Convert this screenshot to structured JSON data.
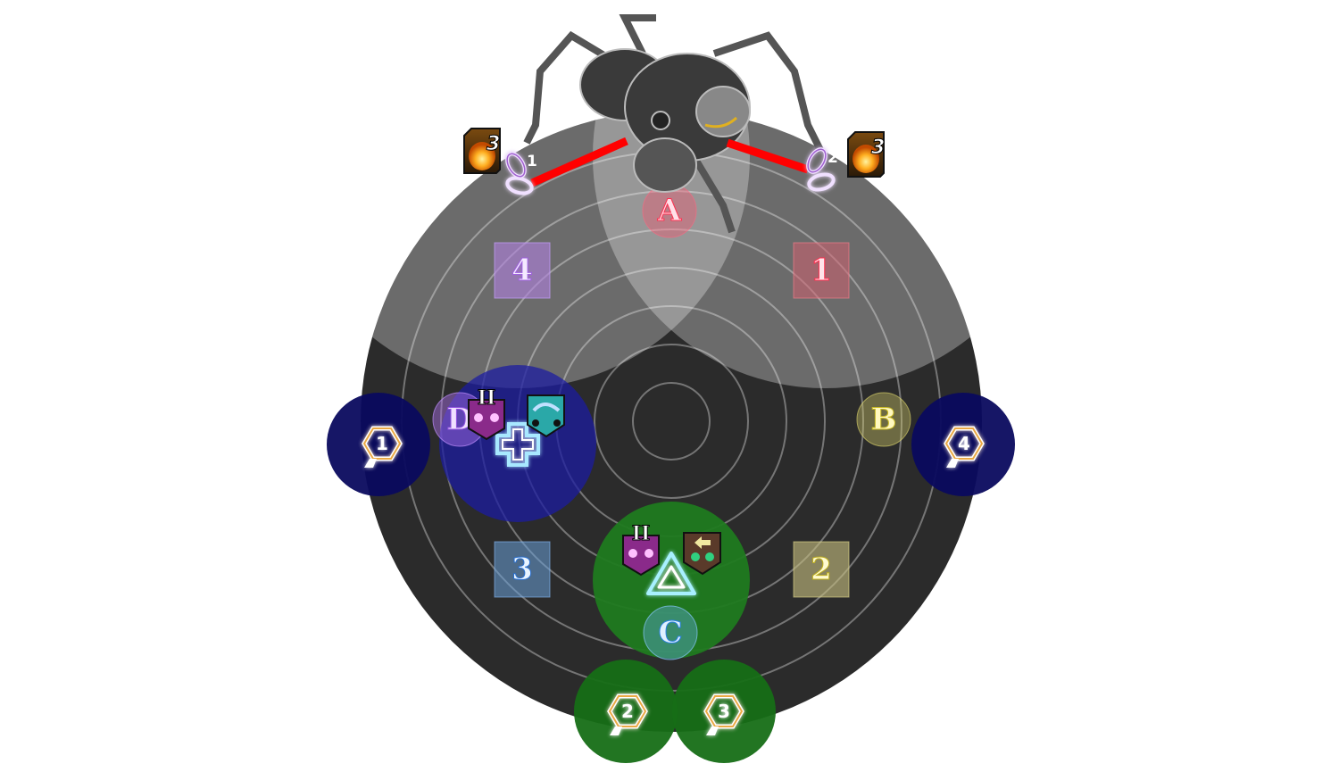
{
  "arena": {
    "colors": {
      "floor": "#2b2b2b",
      "cleave": "#ffffff",
      "ring": "#ffffff",
      "tether": "#ff0000"
    }
  },
  "waymarks": {
    "A": {
      "label": "A",
      "color": "#ff4d6a"
    },
    "B": {
      "label": "B",
      "color": "#e8e070"
    },
    "C": {
      "label": "C",
      "color": "#4aa8ff"
    },
    "D": {
      "label": "D",
      "color": "#c080ff"
    },
    "one": {
      "label": "1",
      "color": "#ff4d6a"
    },
    "two": {
      "label": "2",
      "color": "#e8e070"
    },
    "three": {
      "label": "3",
      "color": "#4aa8ff"
    },
    "four": {
      "label": "4",
      "color": "#c080ff"
    }
  },
  "players": [
    {
      "label": "1",
      "group": "blue"
    },
    {
      "label": "4",
      "group": "blue"
    },
    {
      "label": "2",
      "group": "green"
    },
    {
      "label": "3",
      "group": "green"
    }
  ],
  "tethers": [
    {
      "chain_label": "1",
      "stack_count": "3"
    },
    {
      "chain_label": "2",
      "stack_count": "3"
    }
  ],
  "debuffs": {
    "left_stage": "II",
    "bottom_stage": "II"
  },
  "group_colors": {
    "blue": "#14148a",
    "green": "#1a7a1a"
  }
}
